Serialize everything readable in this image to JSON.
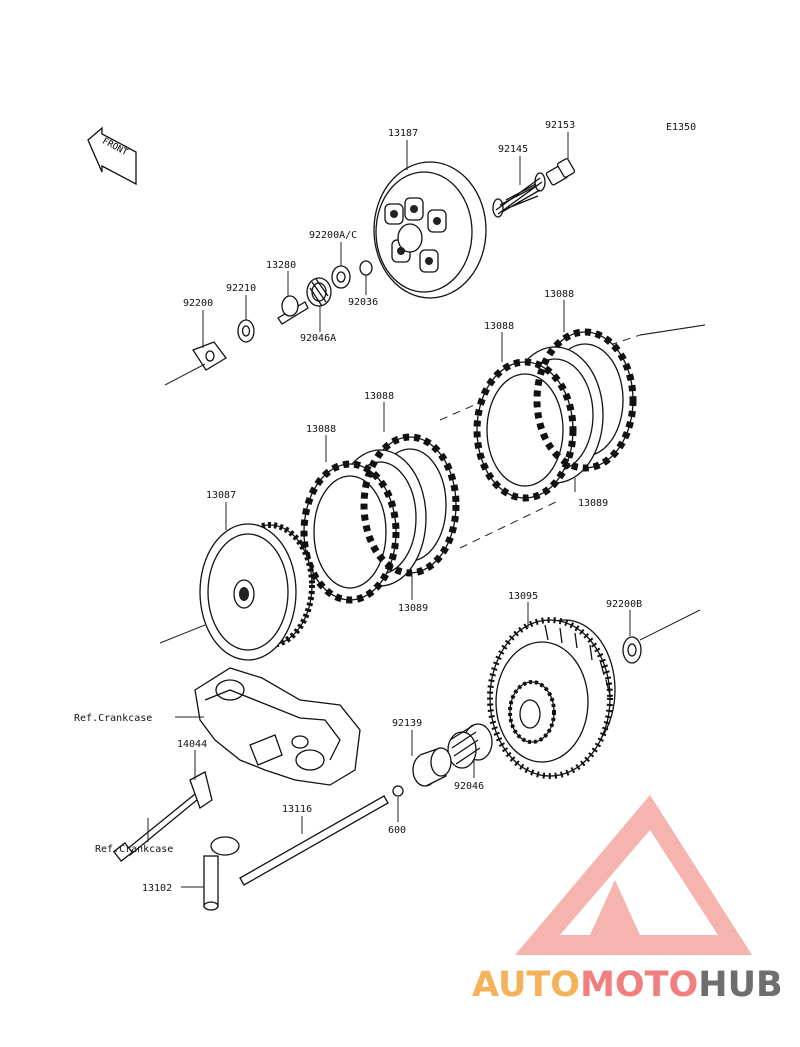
{
  "diagram": {
    "code": "E1350",
    "front_label": "FRONT",
    "parts": {
      "p13187": "13187",
      "p92153": "92153",
      "p92145": "92145",
      "p92200ac": "92200A/C",
      "p13280": "13280",
      "p92210": "92210",
      "p92200": "92200",
      "p92036": "92036",
      "p92046a": "92046A",
      "p13088a": "13088",
      "p13088b": "13088",
      "p13088c": "13088",
      "p13088d": "13088",
      "p13089a": "13089",
      "p13089b": "13089",
      "p13087": "13087",
      "p13095": "13095",
      "p92200b": "92200B",
      "p92139": "92139",
      "p92046": "92046",
      "p600": "600",
      "p13116": "13116",
      "p14044": "14044",
      "p13102": "13102",
      "ref1": "Ref.Crankcase",
      "ref2": "Ref.Crankcase"
    }
  },
  "watermark": {
    "part1": "AUTO",
    "part2": "MOTO",
    "part3": "HUB",
    "colors": {
      "orange": "#f6b25a",
      "pink": "#f27f7f",
      "gray": "#6e6e6e"
    }
  }
}
